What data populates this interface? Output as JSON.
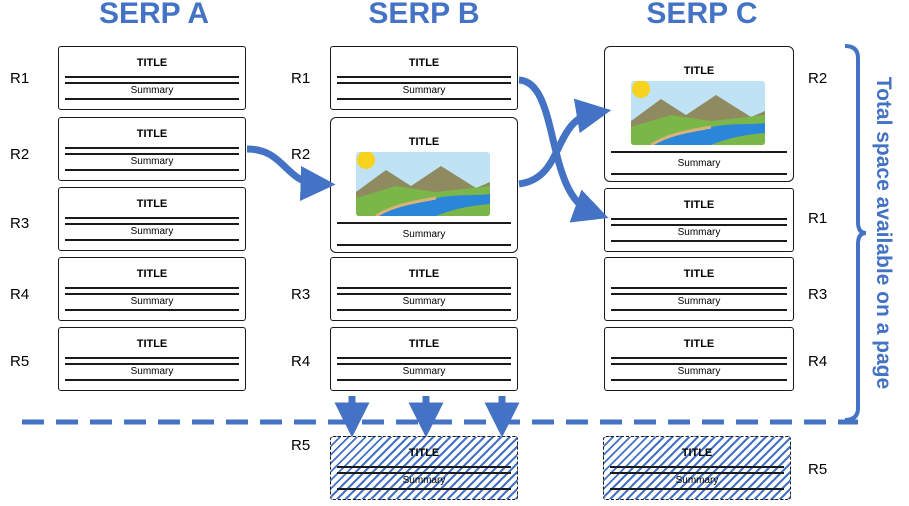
{
  "headers": {
    "serp_a": "SERP A",
    "serp_b": "SERP B",
    "serp_c": "SERP C"
  },
  "card": {
    "title": "TITLE",
    "summary": "Summary"
  },
  "ranks": {
    "a": [
      "R1",
      "R2",
      "R3",
      "R4",
      "R5"
    ],
    "b": [
      "R1",
      "R2",
      "R3",
      "R4",
      "R5"
    ],
    "c": [
      "R2",
      "R1",
      "R3",
      "R4",
      "R5"
    ]
  },
  "side_label": "Total space available on a page",
  "colors": {
    "accent": "#4472C4",
    "outline": "#1a1a1a"
  }
}
